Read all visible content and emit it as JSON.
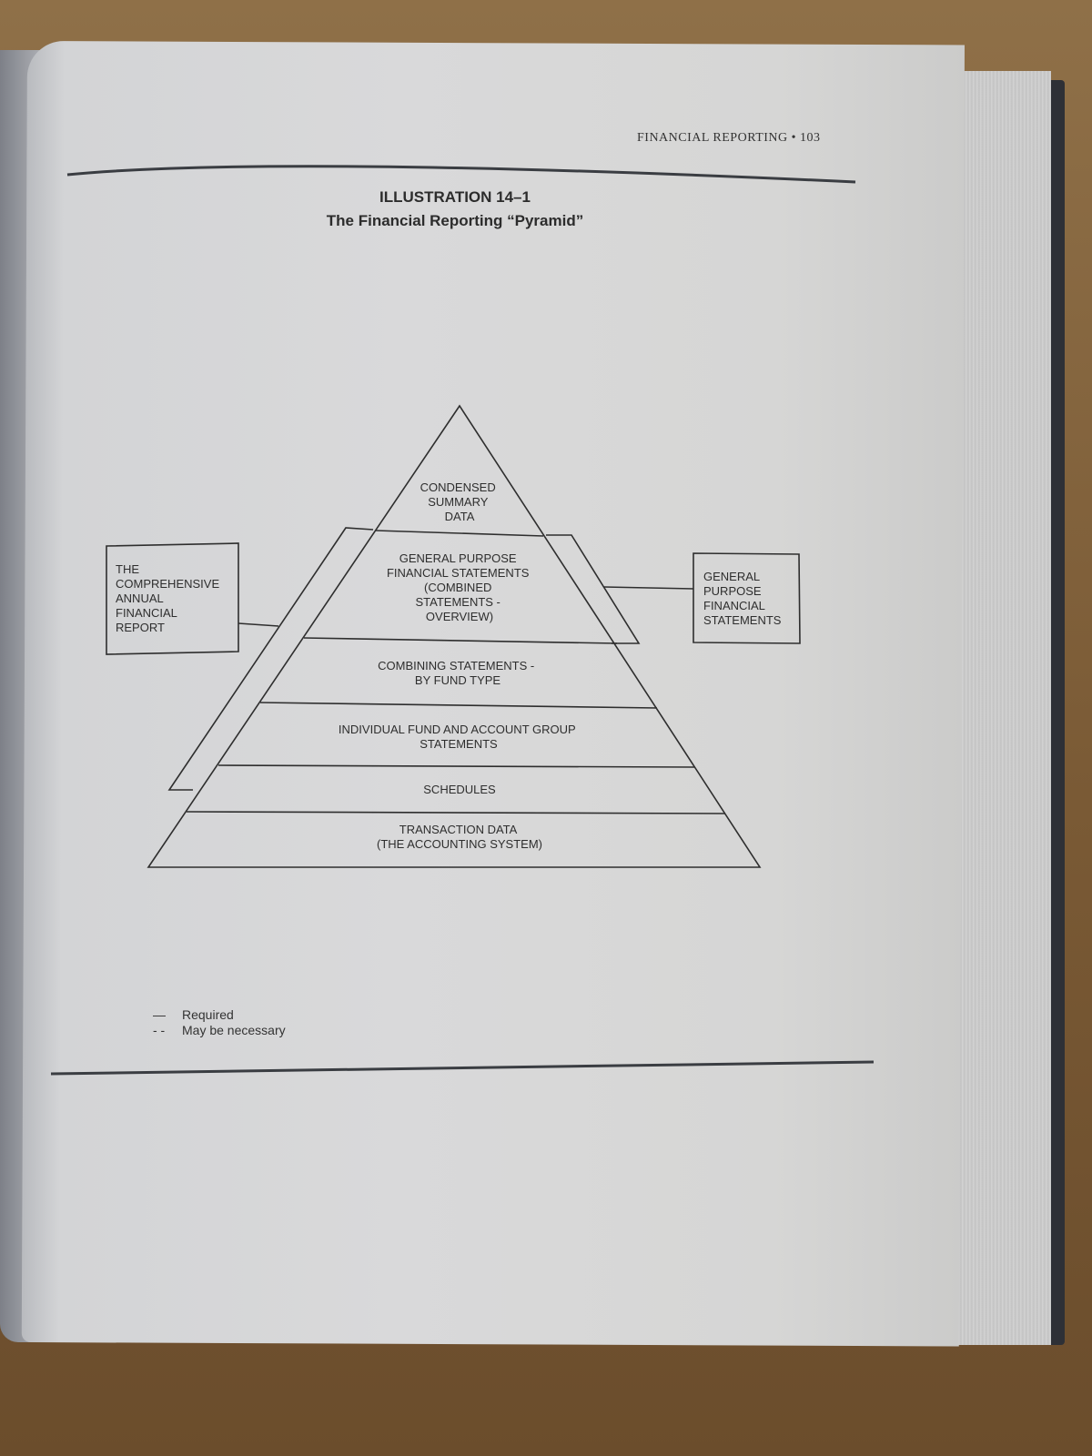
{
  "page_header": "FINANCIAL REPORTING • 103",
  "illustration": {
    "number": "ILLUSTRATION 14–1",
    "title": "The Financial Reporting “Pyramid”"
  },
  "pyramid_levels": [
    {
      "lines": [
        "CONDENSED",
        "SUMMARY",
        "DATA"
      ]
    },
    {
      "lines": [
        "GENERAL PURPOSE",
        "FINANCIAL STATEMENTS",
        "(COMBINED",
        "STATEMENTS -",
        "OVERVIEW)"
      ]
    },
    {
      "lines": [
        "COMBINING STATEMENTS -",
        "BY FUND TYPE"
      ]
    },
    {
      "lines": [
        "INDIVIDUAL FUND AND ACCOUNT GROUP",
        "STATEMENTS"
      ]
    },
    {
      "lines": [
        "SCHEDULES"
      ]
    },
    {
      "lines": [
        "TRANSACTION DATA",
        "(THE ACCOUNTING SYSTEM)"
      ]
    }
  ],
  "left_box": {
    "lines": [
      "THE",
      "COMPREHENSIVE",
      "ANNUAL",
      "FINANCIAL",
      "REPORT"
    ]
  },
  "right_box": {
    "lines": [
      "GENERAL",
      "PURPOSE",
      "FINANCIAL",
      "STATEMENTS"
    ]
  },
  "legend": [
    {
      "symbol": "—",
      "label": "Required"
    },
    {
      "symbol": "- -",
      "label": "May be necessary"
    }
  ]
}
